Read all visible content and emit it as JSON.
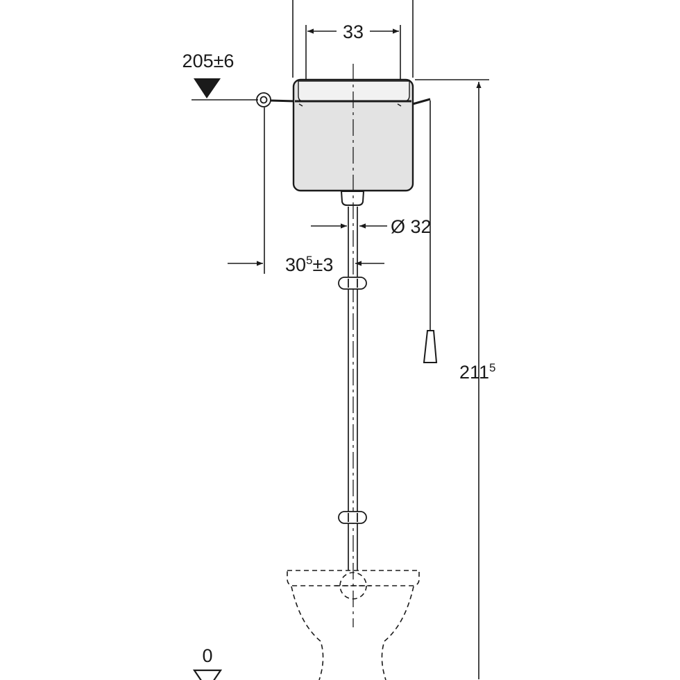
{
  "drawing": {
    "dimensions": {
      "cistern_inner_width": "33",
      "overflow_level": "205±6",
      "pipe_diameter": "Ø 32",
      "offset_base": "30",
      "offset_sup": "5",
      "offset_tol": "±3",
      "total_height_base": "211",
      "total_height_sup": "5",
      "floor_level": "0"
    },
    "colors": {
      "line": "#1a1a1a",
      "cistern_fill": "#e3e3e3",
      "background": "#ffffff"
    }
  }
}
